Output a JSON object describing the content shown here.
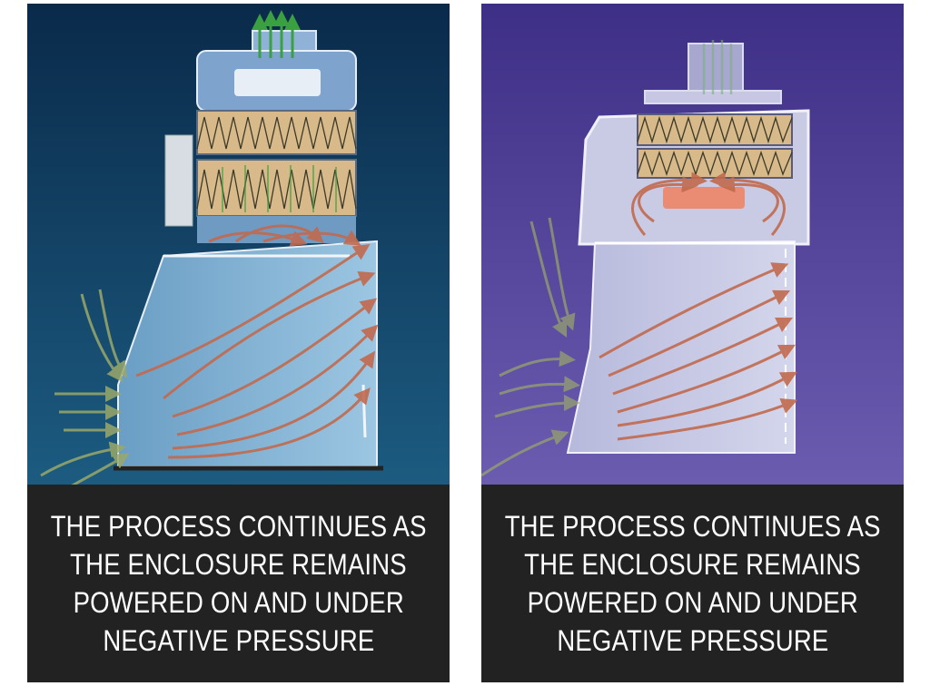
{
  "panels": [
    {
      "id": "left",
      "background": "#0f3d63",
      "caption_lines": [
        "THE PROCESS CONTINUES AS",
        "THE ENCLOSURE REMAINS",
        "POWERED ON AND UNDER",
        "NEGATIVE PRESSURE"
      ],
      "icons": [
        "fume-enclosure-diagram",
        "exhaust-fan-icon",
        "filter-stack-icon",
        "airflow-arrows-icon"
      ]
    },
    {
      "id": "right",
      "background": "#5a4aa0",
      "caption_lines": [
        "THE PROCESS CONTINUES AS",
        "THE ENCLOSURE REMAINS",
        "POWERED ON AND UNDER",
        "NEGATIVE PRESSURE"
      ],
      "icons": [
        "fume-enclosure-diagram",
        "exhaust-fan-icon",
        "filter-stack-icon",
        "airflow-arrows-icon"
      ]
    }
  ],
  "colors": {
    "caption_bg": "#222222",
    "caption_text": "#ffffff",
    "intake_air": "#9aa86a",
    "exhaust_air": "#3aa040",
    "internal_air": "#c26a4e",
    "filter_media": "#d8b98a"
  }
}
